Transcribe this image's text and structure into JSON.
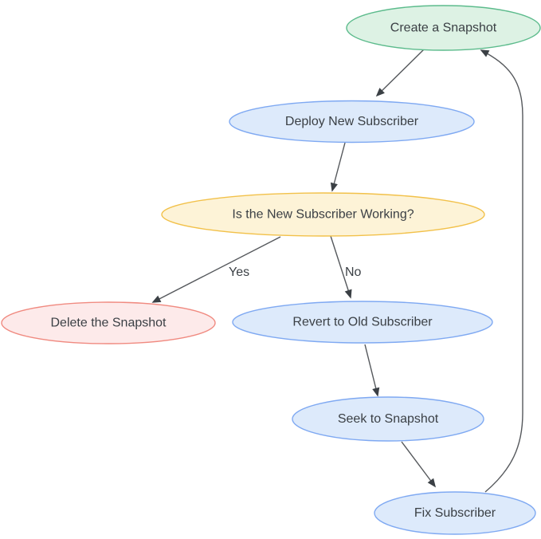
{
  "diagram": {
    "type": "flowchart",
    "nodes": {
      "create_snapshot": {
        "label": "Create a Snapshot",
        "color": "green"
      },
      "deploy_new_subscriber": {
        "label": "Deploy New Subscriber",
        "color": "blue"
      },
      "is_working": {
        "label": "Is the New Subscriber Working?",
        "color": "yellow"
      },
      "delete_snapshot": {
        "label": "Delete the Snapshot",
        "color": "red"
      },
      "revert_old_subscriber": {
        "label": "Revert to Old Subscriber",
        "color": "blue"
      },
      "seek_to_snapshot": {
        "label": "Seek to Snapshot",
        "color": "blue"
      },
      "fix_subscriber": {
        "label": "Fix Subscriber",
        "color": "blue"
      }
    },
    "edges": [
      {
        "from": "create_snapshot",
        "to": "deploy_new_subscriber",
        "label": ""
      },
      {
        "from": "deploy_new_subscriber",
        "to": "is_working",
        "label": ""
      },
      {
        "from": "is_working",
        "to": "delete_snapshot",
        "label": "Yes"
      },
      {
        "from": "is_working",
        "to": "revert_old_subscriber",
        "label": "No"
      },
      {
        "from": "revert_old_subscriber",
        "to": "seek_to_snapshot",
        "label": ""
      },
      {
        "from": "seek_to_snapshot",
        "to": "fix_subscriber",
        "label": ""
      },
      {
        "from": "fix_subscriber",
        "to": "create_snapshot",
        "label": ""
      }
    ],
    "edge_labels": {
      "yes": "Yes",
      "no": "No"
    },
    "colors": {
      "green": {
        "fill": "#ddf2e4",
        "stroke": "#5cbb8c"
      },
      "blue": {
        "fill": "#ddeafb",
        "stroke": "#7fa9f2"
      },
      "yellow": {
        "fill": "#fdf3d7",
        "stroke": "#f2c14a"
      },
      "red": {
        "fill": "#fdeaea",
        "stroke": "#f08a80"
      },
      "text": "#3b4045",
      "line": "#55585c",
      "arrow": "#3b4045"
    }
  }
}
